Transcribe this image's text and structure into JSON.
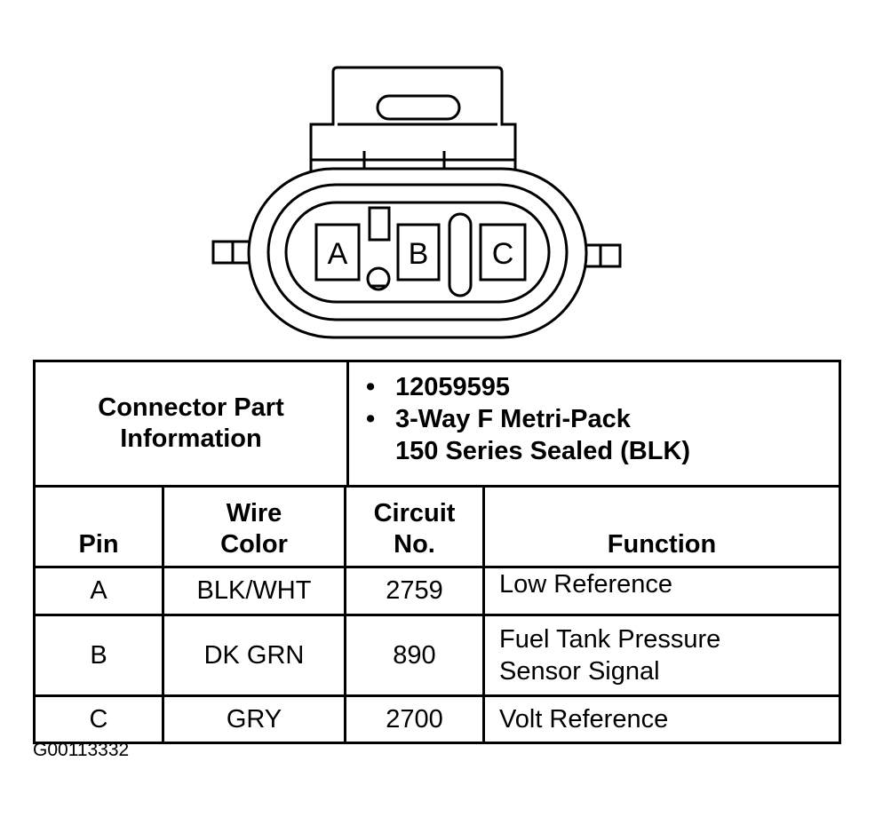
{
  "connector": {
    "pins": [
      "A",
      "B",
      "C"
    ]
  },
  "table": {
    "part_info_header": [
      "Connector Part",
      "Information"
    ],
    "part_info": [
      "12059595",
      "3-Way F Metri-Pack",
      "150 Series Sealed (BLK)"
    ],
    "bullet": "•",
    "columns": {
      "pin": "Pin",
      "wire_color": [
        "Wire",
        "Color"
      ],
      "circuit_no": [
        "Circuit",
        "No."
      ],
      "function": "Function"
    },
    "rows": [
      {
        "pin": "A",
        "wire_color": "BLK/WHT",
        "circuit": "2759",
        "function": [
          "Low Reference"
        ]
      },
      {
        "pin": "B",
        "wire_color": "DK GRN",
        "circuit": "890",
        "function": [
          "Fuel Tank Pressure",
          "Sensor Signal"
        ]
      },
      {
        "pin": "C",
        "wire_color": "GRY",
        "circuit": "2700",
        "function": [
          "Volt Reference"
        ]
      }
    ]
  },
  "figure_code": "G00113332"
}
